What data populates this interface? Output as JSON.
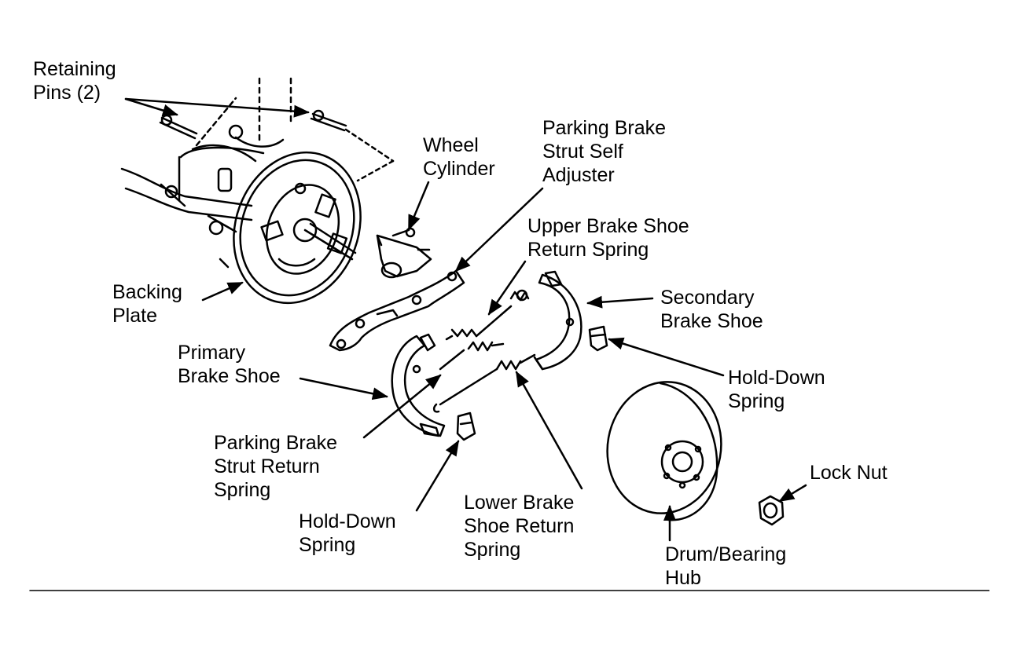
{
  "labels": {
    "retaining_pins": [
      "Retaining",
      "Pins (2)"
    ],
    "wheel_cylinder": [
      "Wheel",
      "Cylinder"
    ],
    "parking_brake_strut_self_adjuster": [
      "Parking Brake",
      "Strut Self",
      "Adjuster"
    ],
    "upper_brake_shoe_return_spring": [
      "Upper Brake Shoe",
      "Return Spring"
    ],
    "backing_plate": [
      "Backing",
      "Plate"
    ],
    "secondary_brake_shoe": [
      "Secondary",
      "Brake Shoe"
    ],
    "primary_brake_shoe": [
      "Primary",
      "Brake Shoe"
    ],
    "hold_down_spring_right": [
      "Hold-Down",
      "Spring"
    ],
    "parking_brake_strut_return_spring": [
      "Parking Brake",
      "Strut Return",
      "Spring"
    ],
    "lock_nut": [
      "Lock Nut"
    ],
    "lower_brake_shoe_return_spring": [
      "Lower Brake",
      "Shoe Return",
      "Spring"
    ],
    "hold_down_spring_left": [
      "Hold-Down",
      "Spring"
    ],
    "drum_bearing_hub": [
      "Drum/Bearing",
      "Hub"
    ]
  },
  "colors": {
    "ink": "#000000",
    "paper": "#ffffff"
  }
}
